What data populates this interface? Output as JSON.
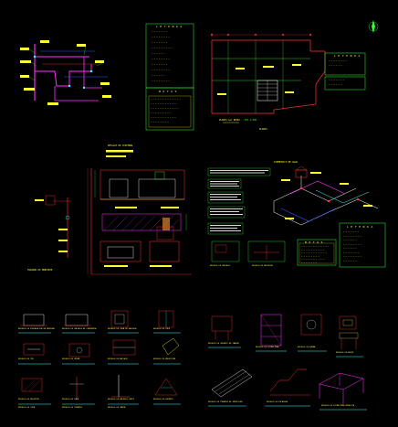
{
  "sheet": {
    "background": "#000000",
    "colors": {
      "yellow": "#ffff33",
      "green": "#33ff33",
      "cyan": "#33ffff",
      "magenta": "#ff33ff",
      "red": "#ff3333",
      "white": "#ffffff",
      "blue": "#3355ff",
      "orange": "#ff9933"
    }
  },
  "north_arrow": {
    "icon": "north-arrow-icon"
  },
  "top_left_block": {
    "legend_title": "L E Y E N D A",
    "legend_lines": [
      "— — — — — — —",
      "— — — — — — — —",
      "— — — — — — —",
      "— — — — — — — — —",
      "— — — — — —",
      "— — — — — — — —",
      "— — — — — — —",
      "— — — — — — — —",
      "— — — — — —",
      "— — — — — — — —"
    ],
    "notes_title": "N O T A S",
    "notes_lines": [
      "— — — — — — — — — — — — —",
      "— — — — — — — — — — —",
      "— — — — — — — — — — — —",
      "— — — — — — — — —",
      "— — — — — — — — — — —",
      "— — — — — — — —"
    ]
  },
  "top_right_block": {
    "plan_title": "PLANTA 1er NIVEL",
    "plan_scale": "ESC 1/100",
    "legend_title": "L E Y E N D A",
    "legend_lines": [
      "— — — — — — — —",
      "— — — — — —",
      "— — — — — — —",
      "— — — — — —"
    ],
    "sub_caption": "PLANTA"
  },
  "middle_left_block": {
    "detail_title": "DETALLE DE CISTERNA",
    "riser_title": "TRAZADO DE MONTANTE"
  },
  "middle_right_block": {
    "isometric_title": "ISOMETRICO DE AGUA",
    "legend_title": "L E Y E N D A",
    "legend_lines": [
      "— — — — — — —",
      "— — — — — — — —",
      "— — — — — —",
      "— — — — — — — —",
      "— — — — — —",
      "— — — — — — —",
      "— — — — — — — —",
      "— — — — — —"
    ],
    "notes_title": "N O T A S",
    "notes_lines": [
      "— — — — — — — — — — — —",
      "— — — — — — — — — —",
      "— — — — — — — — — — —",
      "— — — — — — — —",
      "— — — — — — — — — —",
      "— — — — — — —"
    ],
    "caption_a": "DETALLE DE VALVULA",
    "caption_b": "DETALLE DE REGISTRO"
  },
  "bottom_left_block": {
    "captions": [
      "DETALLE DE INSTALACION DE MEDIDOR",
      "DETALLE DE VALVULA DE COMPUERTA",
      "DETALLE DE CAJA DE VALVULA",
      "DETALLE DE CODO",
      "DETALLE DE TEE",
      "DETALLE DE UNION",
      "DETALLE DE ANCLAJE",
      "DETALLE DE REDUCCION",
      "DETALLE DE REGISTRO",
      "DETALLE DE TAPA",
      "DETALLE DE VALVULA CHECK",
      "DETALLE DE SOPORTE",
      "DETALLE DE CAJA",
      "DETALLE DE TUBERIA",
      "DETALLE DE ZANJA"
    ]
  },
  "bottom_right_block": {
    "captions": [
      "DETALLE DE SOPORTE DE TANQUE",
      "DETALLE DE ESTRUCTURA",
      "DETALLE DE BOMBA",
      "DETALLE DE TUBERIA DE IMPULSION",
      "DETALLE DE APOYO",
      "DETALLE DE ESCALERA",
      "DETALLE DE ESTRUCTURA METALICA"
    ]
  }
}
